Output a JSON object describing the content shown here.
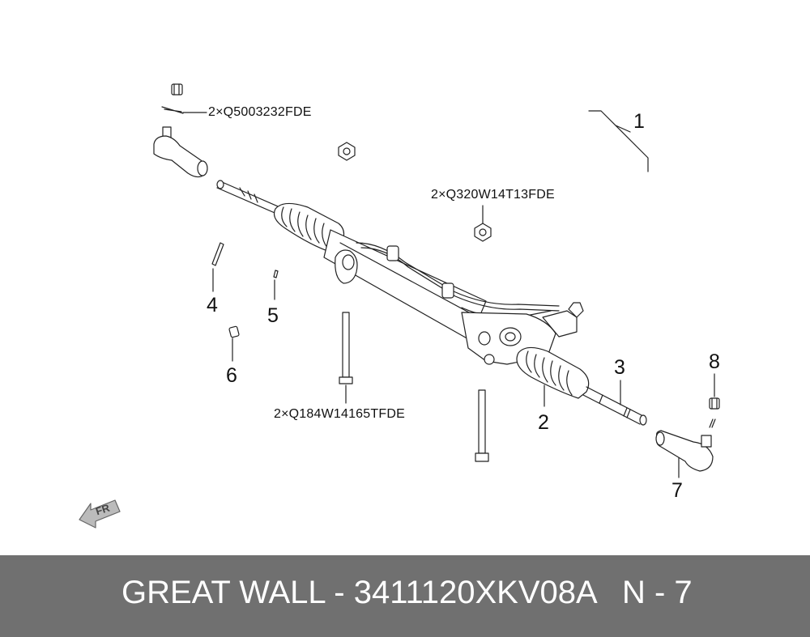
{
  "callouts": {
    "c1": "1",
    "c2": "2",
    "c3": "3",
    "c4": "4",
    "c5": "5",
    "c6": "6",
    "c7": "7",
    "c8": "8"
  },
  "part_codes": {
    "top": "2×Q5003232FDE",
    "middle": "2×Q320W14T13FDE",
    "bottom": "2×Q184W14165TFDE"
  },
  "direction_marker": "FR",
  "footer": {
    "brand_part": "GREAT WALL - 3411120XKV08A",
    "page": "N - 7"
  }
}
